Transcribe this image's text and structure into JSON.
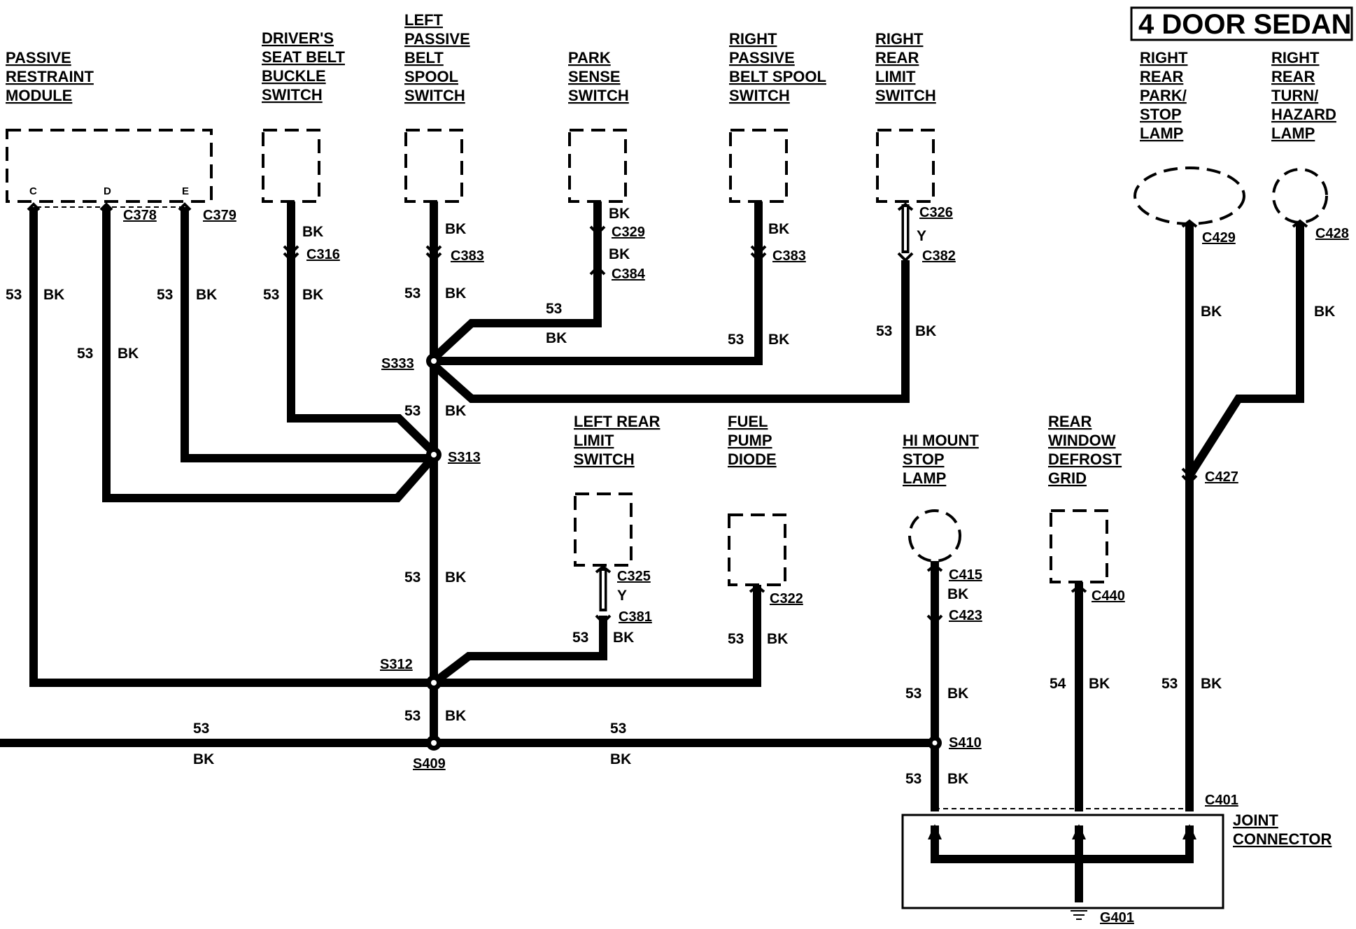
{
  "title": "4 DOOR SEDAN",
  "components": {
    "passive_restraint_module": [
      "PASSIVE",
      "RESTRAINT",
      "MODULE"
    ],
    "drivers_seat_belt_buckle_switch": [
      "DRIVER'S",
      "SEAT BELT",
      "BUCKLE",
      "SWITCH"
    ],
    "left_passive_belt_spool_switch": [
      "LEFT",
      "PASSIVE",
      "BELT",
      "SPOOL",
      "SWITCH"
    ],
    "park_sense_switch": [
      "PARK",
      "SENSE",
      "SWITCH"
    ],
    "right_passive_belt_spool_switch": [
      "RIGHT",
      "PASSIVE",
      "BELT SPOOL",
      "SWITCH"
    ],
    "right_rear_limit_switch": [
      "RIGHT",
      "REAR",
      "LIMIT",
      "SWITCH"
    ],
    "right_rear_park_stop_lamp": [
      "RIGHT",
      "REAR",
      "PARK/",
      "STOP",
      "LAMP"
    ],
    "right_rear_turn_hazard_lamp": [
      "RIGHT",
      "REAR",
      "TURN/",
      "HAZARD",
      "LAMP"
    ],
    "left_rear_limit_switch": [
      "LEFT REAR",
      "LIMIT",
      "SWITCH"
    ],
    "fuel_pump_diode": [
      "FUEL",
      "PUMP",
      "DIODE"
    ],
    "hi_mount_stop_lamp": [
      "HI MOUNT",
      "STOP",
      "LAMP"
    ],
    "rear_window_defrost_grid": [
      "REAR",
      "WINDOW",
      "DEFROST",
      "GRID"
    ],
    "joint_connector": [
      "JOINT",
      "CONNECTOR"
    ]
  },
  "module_pins": {
    "c": "C",
    "d": "D",
    "e": "E"
  },
  "connectors": {
    "c378": "C378",
    "c379": "C379",
    "c316": "C316",
    "c383": "C383",
    "c329": "C329",
    "c384": "C384",
    "c326": "C326",
    "c382": "C382",
    "c429": "C429",
    "c428": "C428",
    "c427": "C427",
    "c325": "C325",
    "c381": "C381",
    "c322": "C322",
    "c415": "C415",
    "c423": "C423",
    "c440": "C440",
    "c401": "C401",
    "g401": "G401"
  },
  "splices": {
    "s333": "S333",
    "s313": "S313",
    "s312": "S312",
    "s409": "S409",
    "s410": "S410"
  },
  "wire_codes": {
    "circuit": "53",
    "defrost_circuit": "54",
    "color_bk": "BK",
    "color_y": "Y"
  },
  "colors": {
    "ink": "#000000",
    "paper": "#ffffff"
  }
}
